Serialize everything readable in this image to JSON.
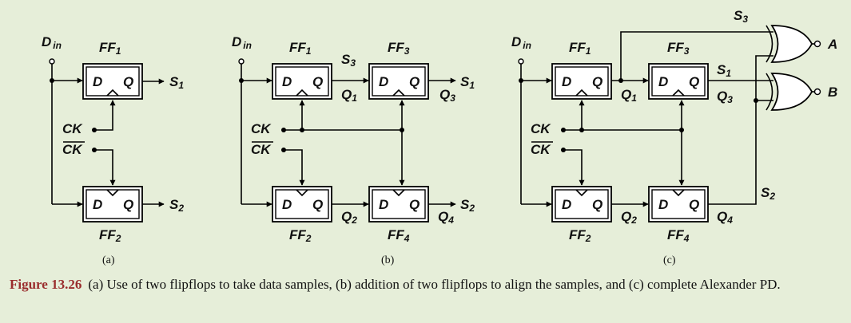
{
  "labels": {
    "d_main": "D",
    "d_sub": "in",
    "ff": "FF",
    "pin_d": "D",
    "pin_q": "Q",
    "ck": "CK",
    "ckb": "CK",
    "s": "S",
    "q": "Q",
    "out_a": "A",
    "out_b": "B",
    "n1": "1",
    "n2": "2",
    "n3": "3",
    "n4": "4"
  },
  "panels": [
    "(a)",
    "(b)",
    "(c)"
  ],
  "caption": {
    "number": "Figure 13.26",
    "text": "(a) Use of two flipflops to take data samples, (b) addition of two flipflops to align the samples, and (c) complete Alexander PD."
  }
}
